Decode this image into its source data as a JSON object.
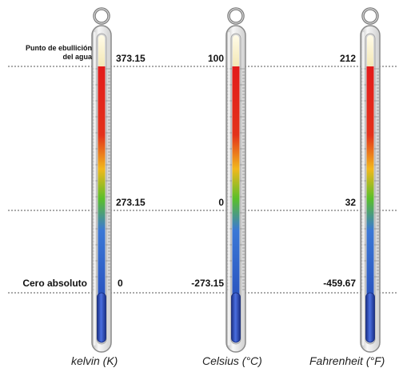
{
  "colors": {
    "tube_outline": "#8a8a8a",
    "tube_glass": "#e9e9e9",
    "hot": "#e31b1b",
    "warm": "#f2b81c",
    "mid": "#5bbf2a",
    "cool": "#3b78d6",
    "bulb": "#1f3fa8",
    "dashed_line": "#555555"
  },
  "labels": {
    "boiling_point_line1": "Punto de ebullición",
    "boiling_point_line2": "del agua",
    "absolute_zero": "Cero absoluto"
  },
  "thermometers": [
    {
      "name": "kelvin",
      "unit_label": "kelvin (K)",
      "boiling": "373.15",
      "freezing": "273.15",
      "absolute_zero": "0"
    },
    {
      "name": "celsius",
      "unit_label": "Celsius (°C)",
      "boiling": "100",
      "freezing": "0",
      "absolute_zero": "-273.15"
    },
    {
      "name": "fahrenheit",
      "unit_label": "Fahrenheit (°F)",
      "boiling": "212",
      "freezing": "32",
      "absolute_zero": "-459.67"
    }
  ]
}
